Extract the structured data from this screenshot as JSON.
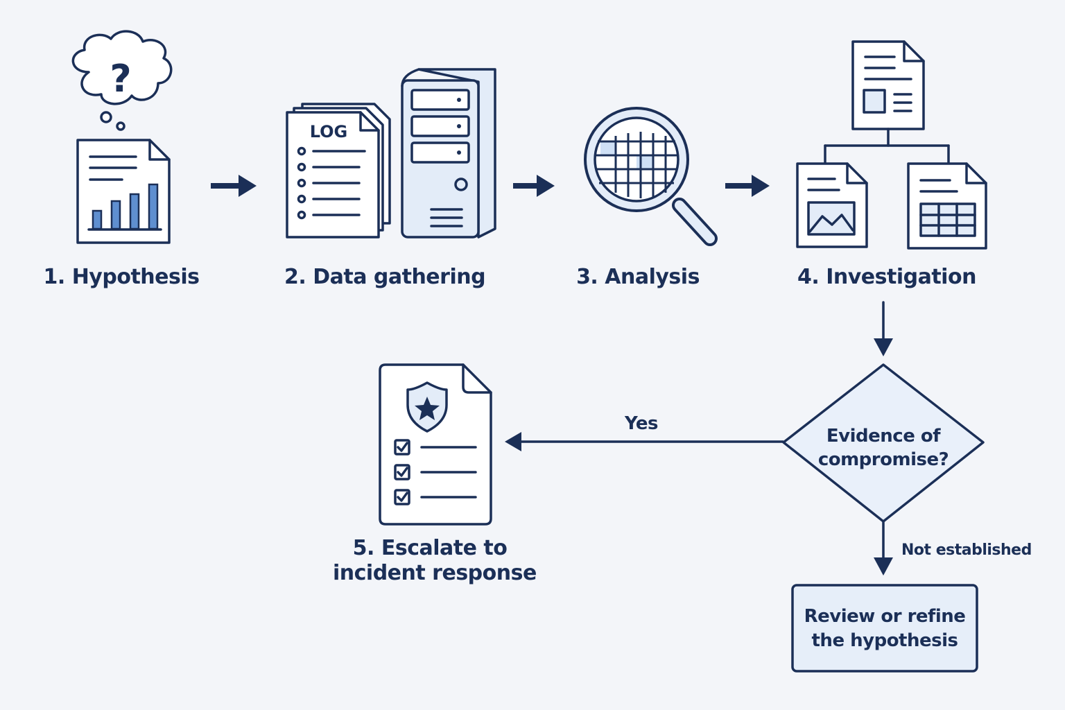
{
  "steps": [
    {
      "label": "1. Hypothesis",
      "icon": "thought-cloud-report-icon"
    },
    {
      "label": "2. Data gathering",
      "icon": "log-server-icon"
    },
    {
      "label": "3. Analysis",
      "icon": "magnifier-grid-icon"
    },
    {
      "label": "4. Investigation",
      "icon": "document-tree-icon"
    }
  ],
  "log_tag": "LOG",
  "decision": {
    "line1": "Evidence of",
    "line2": "compromise?"
  },
  "yes_label": "Yes",
  "no_label": "Not established",
  "escalate": {
    "line1": "5. Escalate to",
    "line2": "incident response",
    "icon": "shield-checklist-icon"
  },
  "refine": {
    "line1": "Review or refine",
    "line2": "the hypothesis"
  },
  "question_mark": "?",
  "colors": {
    "ink": "#1b2f57",
    "tint": "#e3ecf8",
    "accent": "#5f8fd0",
    "background": "#f3f5f9"
  }
}
